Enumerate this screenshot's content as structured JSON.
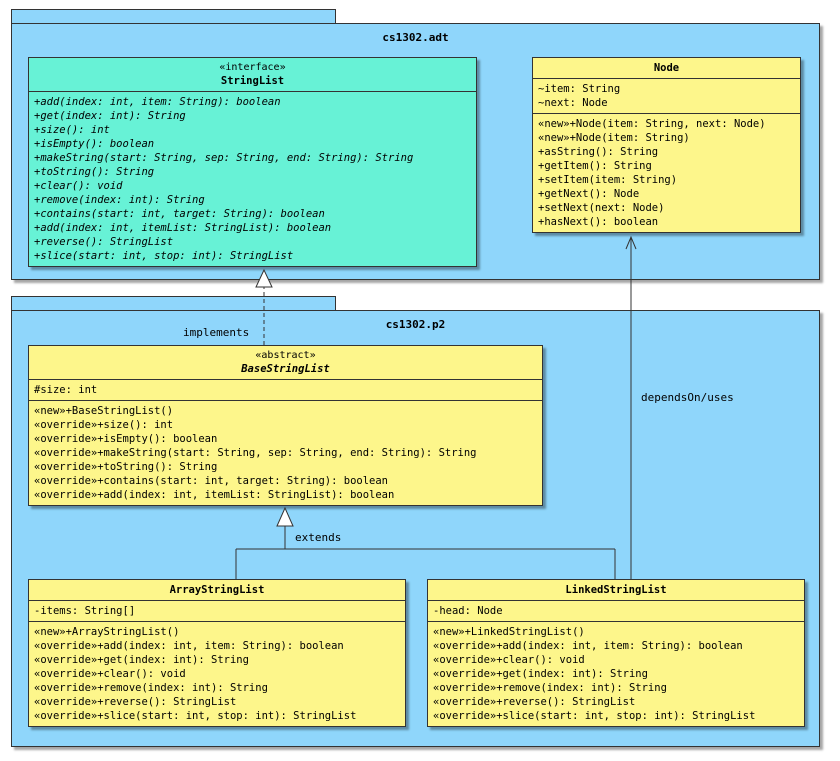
{
  "packages": {
    "adt": {
      "name": "cs1302.adt"
    },
    "p2": {
      "name": "cs1302.p2"
    }
  },
  "classes": {
    "string_list": {
      "stereotype": "«interface»",
      "name": "StringList",
      "attributes": [],
      "methods": [
        "+add(index: int, item: String): boolean",
        "+get(index: int): String",
        "+size(): int",
        "+isEmpty(): boolean",
        "+makeString(start: String, sep: String, end: String): String",
        "+toString(): String",
        "+clear(): void",
        "+remove(index: int): String",
        "+contains(start: int, target: String): boolean",
        "+add(index: int, itemList: StringList): boolean",
        "+reverse(): StringList",
        "+slice(start: int, stop: int): StringList"
      ]
    },
    "node": {
      "name": "Node",
      "attributes": [
        "~item: String",
        "~next: Node"
      ],
      "methods": [
        "«new»+Node(item: String, next: Node)",
        "«new»+Node(item: String)",
        "+asString(): String",
        "+getItem(): String",
        "+setItem(item: String)",
        "+getNext(): Node",
        "+setNext(next: Node)",
        "+hasNext(): boolean"
      ]
    },
    "base_string_list": {
      "stereotype": "«abstract»",
      "name": "BaseStringList",
      "attributes": [
        "#size: int"
      ],
      "methods": [
        "«new»+BaseStringList()",
        "«override»+size(): int",
        "«override»+isEmpty(): boolean",
        "«override»+makeString(start: String, sep: String, end: String): String",
        "«override»+toString(): String",
        "«override»+contains(start: int, target: String): boolean",
        "«override»+add(index: int, itemList: StringList): boolean"
      ]
    },
    "array_string_list": {
      "name": "ArrayStringList",
      "attributes": [
        "-items: String[]"
      ],
      "methods": [
        "«new»+ArrayStringList()",
        "«override»+add(index: int, item: String): boolean",
        "«override»+get(index: int): String",
        "«override»+clear(): void",
        "«override»+remove(index: int): String",
        "«override»+reverse(): StringList",
        "«override»+slice(start: int, stop: int): StringList"
      ]
    },
    "linked_string_list": {
      "name": "LinkedStringList",
      "attributes": [
        "-head: Node"
      ],
      "methods": [
        "«new»+LinkedStringList()",
        "«override»+add(index: int, item: String): boolean",
        "«override»+clear(): void",
        "«override»+get(index: int): String",
        "«override»+remove(index: int): String",
        "«override»+reverse(): StringList",
        "«override»+slice(start: int, stop: int): StringList"
      ]
    }
  },
  "relations": {
    "implements_label": "implements",
    "extends_label": "extends",
    "depends_label": "dependsOn/uses"
  },
  "colors": {
    "package_fill": "#8fd6fb",
    "class_fill": "#fdf68b",
    "interface_fill": "#67f2d6",
    "line": "#333333"
  }
}
